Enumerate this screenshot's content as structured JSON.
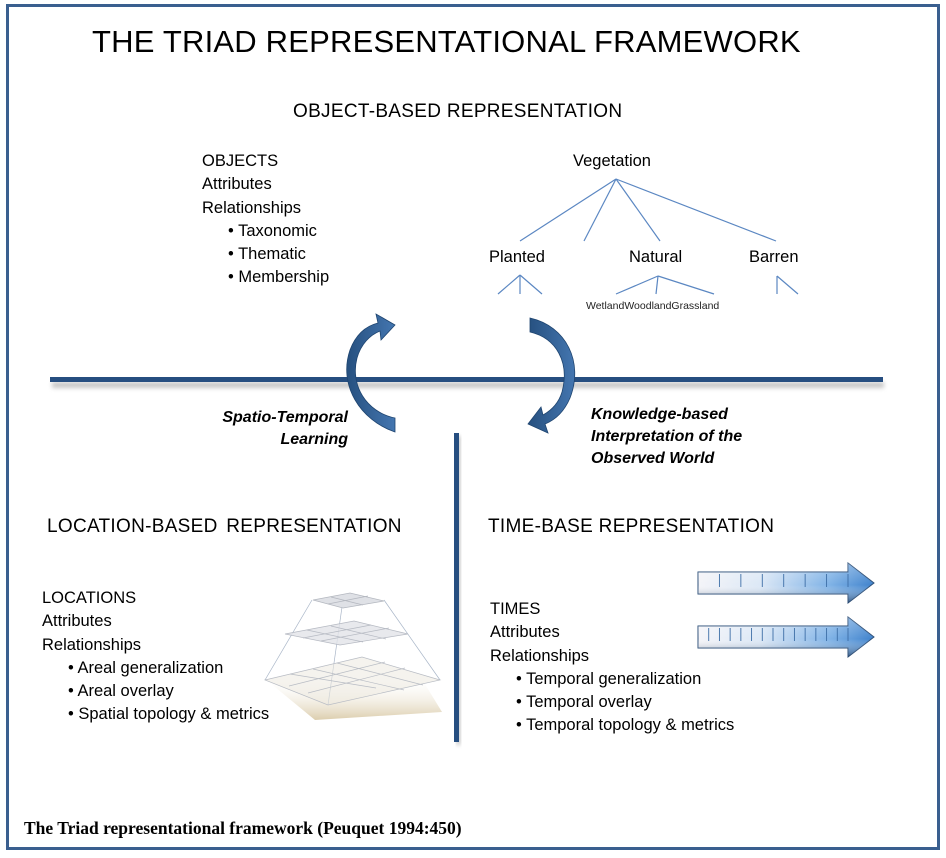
{
  "title": "THE TRIAD REPRESENTATIONAL FRAMEWORK",
  "object_section": {
    "heading": "OBJECT-BASED REPRESENTATION",
    "list": {
      "items": [
        "OBJECTS",
        "Attributes",
        "Relationships"
      ],
      "sub_items": [
        "• Taxonomic",
        "• Thematic",
        "• Membership"
      ]
    },
    "tree": {
      "root": "Vegetation",
      "children": [
        "Planted",
        "Natural",
        "Barren"
      ],
      "natural_leaves": "WetlandWoodlandGrassland"
    }
  },
  "cycle": {
    "left_label": [
      "Spatio-Temporal",
      "Learning"
    ],
    "right_label": [
      "Knowledge-based",
      "Interpretation of the",
      "Observed World"
    ]
  },
  "location_section": {
    "heading": "LOCATION-BASED REPRESENTATION",
    "list": {
      "items": [
        "LOCATIONS",
        "Attributes",
        "Relationships"
      ],
      "sub_items": [
        "• Areal generalization",
        "• Areal overlay",
        "• Spatial topology & metrics"
      ]
    },
    "icon": "layered-grid-pyramid-icon"
  },
  "time_section": {
    "heading": "TIME-BASE REPRESENTATION",
    "list": {
      "items": [
        "TIMES",
        "Attributes",
        "Relationships"
      ],
      "sub_items": [
        "• Temporal generalization",
        "• Temporal overlay",
        "• Temporal topology & metrics"
      ]
    },
    "timeline_arrows": [
      {
        "name": "coarse-timeline",
        "divisions": 7
      },
      {
        "name": "fine-timeline",
        "divisions": 14
      }
    ]
  },
  "caption": "The Triad representational framework (Peuquet 1994:450)",
  "colors": {
    "frame": "#3a5f8f",
    "divider": "#264e80",
    "tree_line": "#5b87c2",
    "cycle_arrow": "#2f5d94"
  }
}
